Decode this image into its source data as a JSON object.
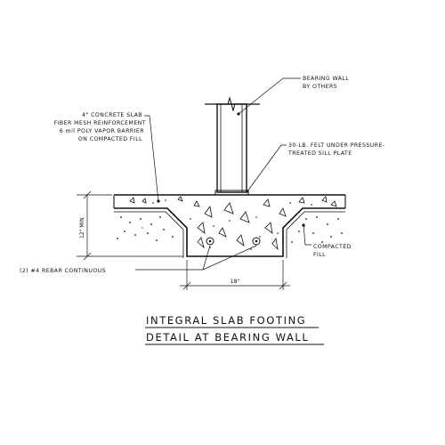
{
  "labels": {
    "bearing_wall_line1": "BEARING WALL",
    "bearing_wall_line2": "BY OTHERS",
    "slab_line1": "4\" CONCRETE SLAB",
    "slab_line2": "FIBER MESH REINFORCEMENT",
    "slab_line3": "6 mil POLY VAPOR BARRIER",
    "slab_line4": "ON COMPACTED FILL",
    "felt_line1": "30-LB. FELT UNDER PRESSURE-",
    "felt_line2": "TREATED SILL PLATE",
    "fill_line1": "COMPACTED",
    "fill_line2": "FILL",
    "rebar": "(2) #4 REBAR CONTINUOUS"
  },
  "dimensions": {
    "depth": "12\" MIN",
    "width": "18\""
  },
  "title": {
    "line1": "INTEGRAL SLAB FOOTING",
    "line2": "DETAIL AT BEARING WALL"
  }
}
